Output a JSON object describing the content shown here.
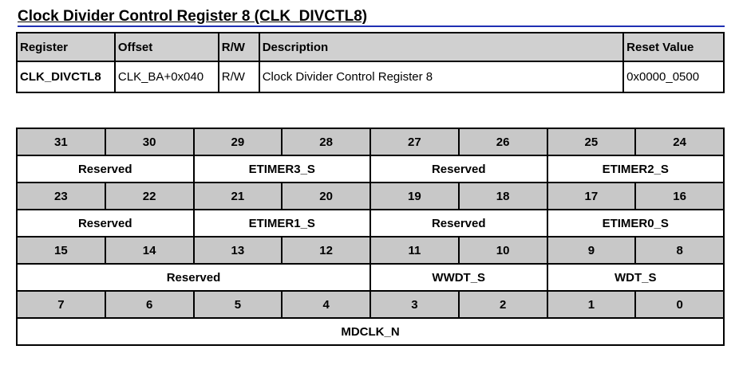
{
  "title": "Clock Divider Control Register 8 (CLK_DIVCTL8)",
  "register_table": {
    "headers": [
      "Register",
      "Offset",
      "R/W",
      "Description",
      "Reset Value"
    ],
    "row": [
      "CLK_DIVCTL8",
      "CLK_BA+0x040",
      "R/W",
      "Clock Divider Control Register 8",
      "0x0000_0500"
    ]
  },
  "bit_table": {
    "groups": [
      {
        "bits": [
          "31",
          "30",
          "29",
          "28",
          "27",
          "26",
          "25",
          "24"
        ],
        "fields": [
          {
            "label": "Reserved",
            "span": 2
          },
          {
            "label": "ETIMER3_S",
            "span": 2
          },
          {
            "label": "Reserved",
            "span": 2
          },
          {
            "label": "ETIMER2_S",
            "span": 2
          }
        ]
      },
      {
        "bits": [
          "23",
          "22",
          "21",
          "20",
          "19",
          "18",
          "17",
          "16"
        ],
        "fields": [
          {
            "label": "Reserved",
            "span": 2
          },
          {
            "label": "ETIMER1_S",
            "span": 2
          },
          {
            "label": "Reserved",
            "span": 2
          },
          {
            "label": "ETIMER0_S",
            "span": 2
          }
        ]
      },
      {
        "bits": [
          "15",
          "14",
          "13",
          "12",
          "11",
          "10",
          "9",
          "8"
        ],
        "fields": [
          {
            "label": "Reserved",
            "span": 4
          },
          {
            "label": "WWDT_S",
            "span": 2
          },
          {
            "label": "WDT_S",
            "span": 2
          }
        ]
      },
      {
        "bits": [
          "7",
          "6",
          "5",
          "4",
          "3",
          "2",
          "1",
          "0"
        ],
        "fields": [
          {
            "label": "MDCLK_N",
            "span": 8
          }
        ]
      }
    ]
  }
}
